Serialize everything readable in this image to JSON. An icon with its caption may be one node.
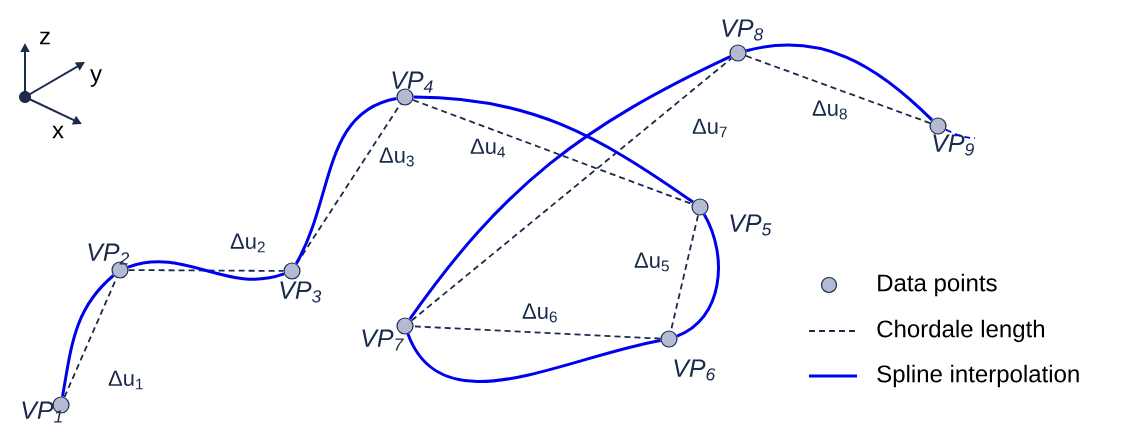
{
  "diagram": {
    "nodes": [
      {
        "text": [],
        "shape": "circle",
        "beside": [
          "VP$_{1}$"
        ]
      },
      {
        "text": [],
        "shape": "circle",
        "beside": [
          "VP$_{2}$"
        ]
      },
      {
        "text": [],
        "shape": "circle",
        "beside": [
          "VP$_{3}$"
        ]
      },
      {
        "text": [],
        "shape": "circle",
        "beside": [
          "VP$_{4}$"
        ]
      },
      {
        "text": [],
        "shape": "circle",
        "beside": [
          "VP$_{5}$"
        ]
      },
      {
        "text": [],
        "shape": "circle",
        "beside": [
          "VP$_{6}$"
        ]
      },
      {
        "text": [],
        "shape": "circle",
        "beside": [
          "VP$_{7}$"
        ]
      },
      {
        "text": [],
        "shape": "circle",
        "beside": [
          "VP$_{8}$"
        ]
      },
      {
        "text": [],
        "shape": "circle",
        "beside": [
          "VP$_{9}$"
        ]
      }
    ],
    "edges": [
      {
        "from": 0,
        "to": 1,
        "arrow": "none",
        "label": "Δu$_{1}$",
        "style": "dashed",
        "color": "#1a2b4c"
      },
      {
        "from": 1,
        "to": 2,
        "arrow": "none",
        "label": "Δu$_{2}$",
        "style": "dashed",
        "color": "#1a2b4c"
      },
      {
        "from": 2,
        "to": 3,
        "arrow": "none",
        "label": "Δu$_{3}$",
        "style": "dashed",
        "color": "#1a2b4c"
      },
      {
        "from": 3,
        "to": 4,
        "arrow": "none",
        "label": "Δu$_{4}$",
        "style": "dashed",
        "color": "#1a2b4c"
      },
      {
        "from": 4,
        "to": 5,
        "arrow": "none",
        "label": "Δu$_{5}$",
        "style": "dashed",
        "color": "#1a2b4c"
      },
      {
        "from": 5,
        "to": 6,
        "arrow": "none",
        "label": "Δu$_{6}$",
        "style": "dashed",
        "color": "#1a2b4c"
      },
      {
        "from": 6,
        "to": 7,
        "arrow": "none",
        "label": "Δu$_{7}$",
        "style": "dashed",
        "color": "#1a2b4c"
      },
      {
        "from": 7,
        "to": 8,
        "arrow": "none",
        "label": "Δu$_{8}$",
        "style": "dashed",
        "color": "#1a2b4c"
      },
      {
        "from": 0,
        "to": 1,
        "arrow": "none",
        "color": "#0000ee"
      },
      {
        "from": 1,
        "to": 2,
        "arrow": "none",
        "color": "#0000ee"
      },
      {
        "from": 2,
        "to": 3,
        "arrow": "none",
        "color": "#0000ee"
      },
      {
        "from": 3,
        "to": 4,
        "arrow": "none",
        "color": "#0000ee"
      },
      {
        "from": 4,
        "to": 5,
        "arrow": "none",
        "color": "#0000ee"
      },
      {
        "from": 5,
        "to": 6,
        "arrow": "none",
        "color": "#0000ee"
      },
      {
        "from": 6,
        "to": 7,
        "arrow": "none",
        "color": "#0000ee"
      },
      {
        "from": 7,
        "to": 8,
        "arrow": "none",
        "color": "#0000ee"
      },
      {
        "from": 8,
        "to": null,
        "arrow": "none",
        "style": "dashed",
        "color": "#0000ee"
      }
    ],
    "labels": [
      "z",
      "y",
      "x"
    ],
    "legend": [
      {
        "text": "Data points"
      },
      {
        "text": "Chordale length"
      },
      {
        "text": "Spline interpolation"
      }
    ]
  }
}
